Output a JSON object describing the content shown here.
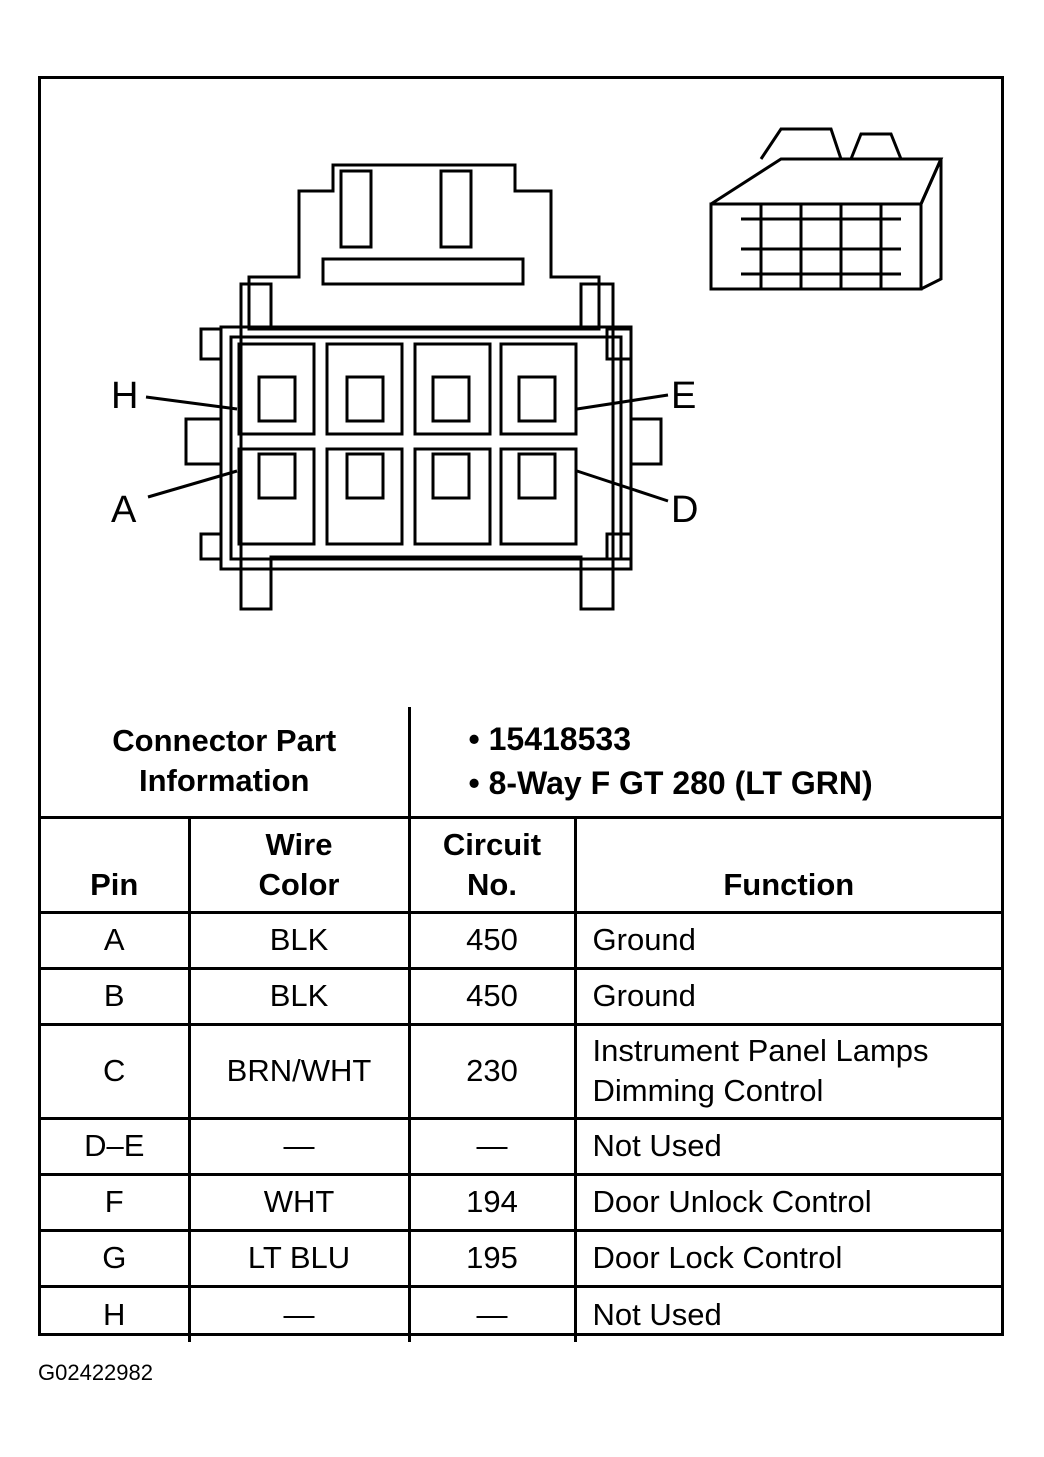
{
  "connector_info": {
    "header_line1": "Connector Part",
    "header_line2": "Information",
    "items": [
      "15418533",
      "8-Way F GT 280 (LT GRN)"
    ]
  },
  "pin_labels": {
    "h": "H",
    "e": "E",
    "a": "A",
    "d": "D"
  },
  "table": {
    "headers": {
      "pin": "Pin",
      "wire_line1": "Wire",
      "wire_line2": "Color",
      "circuit_line1": "Circuit",
      "circuit_line2": "No.",
      "function": "Function"
    },
    "rows": [
      {
        "pin": "A",
        "wire": "BLK",
        "circuit": "450",
        "function_lines": [
          "Ground"
        ]
      },
      {
        "pin": "B",
        "wire": "BLK",
        "circuit": "450",
        "function_lines": [
          "Ground"
        ]
      },
      {
        "pin": "C",
        "wire": "BRN/WHT",
        "circuit": "230",
        "function_lines": [
          "Instrument Panel Lamps",
          "Dimming Control"
        ]
      },
      {
        "pin": "D–E",
        "wire": "—",
        "circuit": "—",
        "function_lines": [
          "Not Used"
        ]
      },
      {
        "pin": "F",
        "wire": "WHT",
        "circuit": "194",
        "function_lines": [
          "Door Unlock Control"
        ]
      },
      {
        "pin": "G",
        "wire": "LT BLU",
        "circuit": "195",
        "function_lines": [
          "Door Lock Control"
        ]
      },
      {
        "pin": "H",
        "wire": "—",
        "circuit": "—",
        "function_lines": [
          "Not Used"
        ]
      }
    ]
  },
  "figure_id": "G02422982"
}
